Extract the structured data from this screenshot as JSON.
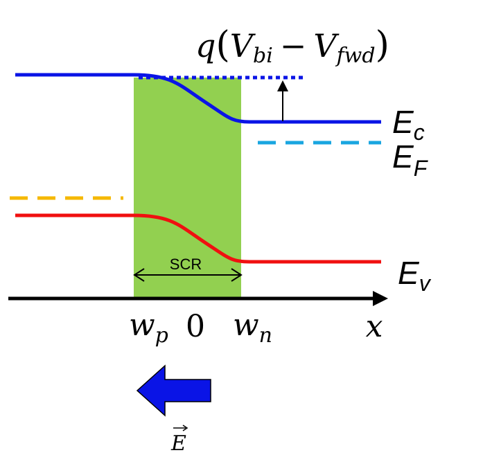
{
  "diagram": {
    "scr_label": "SCR",
    "formula": {
      "q": "q",
      "open_paren": "(",
      "v1": "V",
      "v1_sub": "bi",
      "minus": "−",
      "v2": "V",
      "v2_sub": "fwd",
      "close_paren": ")"
    },
    "ec_label": {
      "main": "E",
      "sub": "c"
    },
    "ef_label": {
      "main": "E",
      "sub": "F"
    },
    "ev_label": {
      "main": "E",
      "sub": "v"
    },
    "axis": {
      "wp": {
        "main": "w",
        "sub": "p"
      },
      "zero": "0",
      "wn": {
        "main": "w",
        "sub": "n"
      },
      "x": "x"
    },
    "field_label": "E",
    "colors": {
      "conduction_band": "#0a14e6",
      "valence_band": "#f01010",
      "fermi_level_n": "#1aa6e0",
      "fermi_level_p": "#f5b800",
      "scr_fill": "#92d050",
      "field_arrow": "#0a14e6",
      "axis": "#000000"
    }
  }
}
